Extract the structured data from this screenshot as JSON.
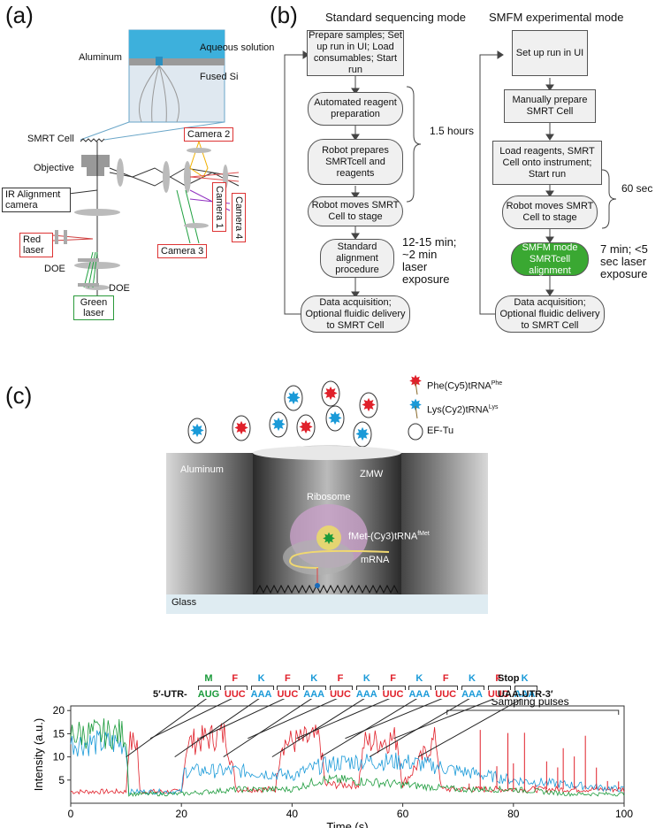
{
  "panels": {
    "a": "(a)",
    "b": "(b)",
    "c": "(c)"
  },
  "panel_a": {
    "aluminum": "Aluminum",
    "aqueous": "Aqueous solution",
    "fused_si": "Fused Si",
    "smrt_cell": "SMRT Cell",
    "objective": "Objective",
    "ir_camera": "IR Alignment camera",
    "red_laser": "Red laser",
    "green_laser": "Green laser",
    "doe1": "DOE",
    "doe2": "DOE",
    "camera1": "Camera 1",
    "camera2": "Camera 2",
    "camera3": "Camera 3",
    "camera4": "Camera 4"
  },
  "panel_b": {
    "std_title": "Standard sequencing mode",
    "smfm_title": "SMFM experimental mode",
    "std_steps": [
      "Prepare samples; Set up run in UI; Load consumables; Start run",
      "Automated reagent preparation",
      "Robot prepares SMRTcell and reagents",
      "Robot moves SMRT Cell to stage",
      "Standard alignment procedure",
      "Data acquisition; Optional fluidic delivery to SMRT Cell"
    ],
    "smfm_steps": [
      "Set up run in UI",
      "Manually prepare SMRT Cell",
      "Load reagents, SMRT Cell onto instrument; Start run",
      "Robot moves SMRT Cell to stage",
      "SMFM mode SMRTcell alignment",
      "Data acquisition; Optional fluidic delivery to SMRT Cell"
    ],
    "std_time": "1.5 hours",
    "std_align_time": "12-15 min; ~2 min laser exposure",
    "smfm_time": "60 sec",
    "smfm_align_time": "7 min; <5 sec laser exposure"
  },
  "panel_c": {
    "legend_phe": "Phe(Cy5)tRNA",
    "legend_phe_sup": "Phe",
    "legend_lys": "Lys(Cy2)tRNA",
    "legend_lys_sup": "Lys",
    "legend_eftu": "EF-Tu",
    "aluminum": "Aluminum",
    "zmw": "ZMW",
    "ribosome": "Ribosome",
    "fmet": "fMet-(Cy3)tRNA",
    "fmet_sup": "fMet",
    "mrna": "mRNA",
    "glass": "Glass",
    "utr5": "5′-UTR-",
    "utr3": "UAA-UTR-3′",
    "stop": "Stop",
    "codons": [
      "AUG",
      "UUC",
      "AAA",
      "UUC",
      "AAA",
      "UUC",
      "AAA",
      "UUC",
      "AAA",
      "UUC",
      "AAA",
      "UUC",
      "AAA"
    ],
    "aminoacids": [
      "M",
      "F",
      "K",
      "F",
      "K",
      "F",
      "K",
      "F",
      "K",
      "F",
      "K",
      "F",
      "K"
    ],
    "colors": {
      "green": "#1a9a3a",
      "red": "#e0202a",
      "blue": "#1a9ad8"
    }
  },
  "chart_data": {
    "type": "line",
    "xlabel": "Time (s)",
    "ylabel": "Intensity (a.u.)",
    "xlim": [
      0,
      100
    ],
    "ylim": [
      0,
      21
    ],
    "xticks": [
      0,
      20,
      40,
      60,
      80,
      100
    ],
    "yticks": [
      5,
      10,
      15,
      20
    ],
    "annotation": "Sampling pulses",
    "series": [
      {
        "color": "#e0202a",
        "x": [
          0,
          10,
          10.5,
          12,
          12.5,
          20,
          21,
          28,
          30,
          37,
          38,
          45,
          46,
          52,
          53,
          59,
          60,
          66,
          67,
          100
        ],
        "y": [
          2.5,
          2.5,
          13,
          13,
          2.5,
          2.5,
          13,
          15,
          3,
          3,
          13,
          14,
          4,
          4,
          13,
          14,
          4,
          14,
          3,
          3
        ]
      },
      {
        "color": "#1a9ad8",
        "x": [
          0,
          10,
          10.5,
          20,
          20.5,
          30,
          40,
          45,
          50,
          60,
          66,
          70,
          80,
          90,
          100
        ],
        "y": [
          13,
          13,
          2.5,
          2.5,
          7,
          7,
          6,
          8,
          9,
          9,
          8,
          7,
          5,
          4,
          3
        ]
      },
      {
        "color": "#1a9a3a",
        "x": [
          0,
          10,
          10.5,
          20,
          30,
          40,
          45,
          50,
          60,
          70,
          80,
          90,
          100
        ],
        "y": [
          15,
          15,
          2,
          2,
          3,
          3,
          5,
          5,
          4,
          3,
          3,
          2,
          2
        ]
      }
    ],
    "sampling_pulses_x": [
      72,
      74,
      77,
      79,
      80,
      82,
      84,
      86,
      88,
      89,
      91,
      93,
      95,
      97,
      99
    ]
  }
}
